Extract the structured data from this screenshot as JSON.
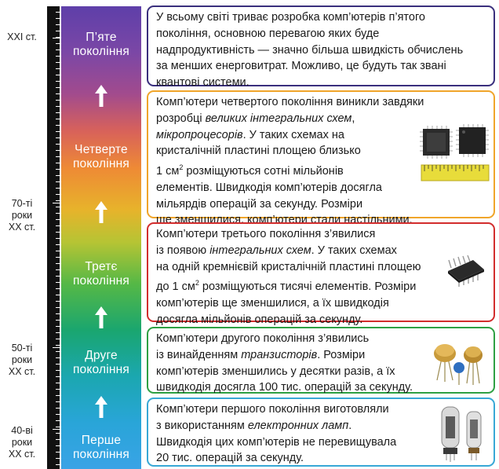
{
  "eras": [
    {
      "l1": "XXI ст.",
      "l2": "",
      "l3": ""
    },
    {
      "l1": "70-ті",
      "l2": "роки",
      "l3": "XX ст."
    },
    {
      "l1": "50-ті",
      "l2": "роки",
      "l3": "XX ст."
    },
    {
      "l1": "40-ві",
      "l2": "роки",
      "l3": "XX ст."
    }
  ],
  "generations": [
    {
      "l1": "П’яте",
      "l2": "покоління"
    },
    {
      "l1": "Четверте",
      "l2": "покоління"
    },
    {
      "l1": "Третє",
      "l2": "покоління"
    },
    {
      "l1": "Друге",
      "l2": "покоління"
    },
    {
      "l1": "Перше",
      "l2": "покоління"
    }
  ],
  "colors": {
    "card5": "#3a2f7d",
    "card4": "#f0a52a",
    "card3": "#d22d2d",
    "card2": "#2ea043",
    "card1": "#38a8d6"
  },
  "icons": [
    "chip-icon",
    "integrated-circuit-icon",
    "transistor-icon",
    "vacuum-tube-icon"
  ],
  "cards": {
    "c5": {
      "l1": "У всьому світі триває розробка комп’ютерів п’ятого",
      "l2": "покоління, основною перевагою яких буде",
      "l3": "надпродуктивність — значно більша швидкість обчислень",
      "l4": "за менших енерговитрат. Можливо, це будуть так звані",
      "l5": "квантові системи."
    },
    "c4": {
      "l1": "Комп’ютери четвертого покоління виникли завдяки",
      "l2a": "розробці ",
      "l2i": "великих інтегральних схем",
      "l2b": ",",
      "l3i": "мікропроцесорів",
      "l3b": ". У таких схемах на",
      "l4": "кристалічній пластині площею близько",
      "l5a": "1 см",
      "l5sup": "2",
      "l5b": " розміщуються сотні мільйонів",
      "l6": "елементів. Швидкодія комп’ютерів досягла",
      "l7": "мільярдів операцій за секунду. Розміри",
      "l8": "ще зменшилися, комп’ютери стали настільними."
    },
    "c3": {
      "l1": "Комп’ютери третього покоління з’явилися",
      "l2a": "із появою ",
      "l2i": "інтегральних схем",
      "l2b": ". У таких схемах",
      "l3": "на одній кремнієвій кристалічній пластині площею",
      "l4a": "до 1 см",
      "l4sup": "2",
      "l4b": " розміщуються тисячі елементів.  Розміри",
      "l5": "комп’ютерів ще зменшилися, а їх швидкодія",
      "l6": "досягла мільйонів операцій за секунду."
    },
    "c2": {
      "l1": "Комп’ютери другого покоління з’явились",
      "l2a": "із винайденням ",
      "l2i": "транзисторів",
      "l2b": ". Розміри",
      "l3": "комп’ютерів зменшились у десятки разів, а їх",
      "l4": "швидкодія досягла 100 тис. операцій за секунду."
    },
    "c1": {
      "l1": "Комп’ютери першого покоління виготовляли",
      "l2a": "з використанням ",
      "l2i": "електронних ламп",
      "l2b": ".",
      "l3": "Швидкодія цих комп’ютерів не перевищувала",
      "l4": "20 тис. операцій за секунду."
    }
  }
}
